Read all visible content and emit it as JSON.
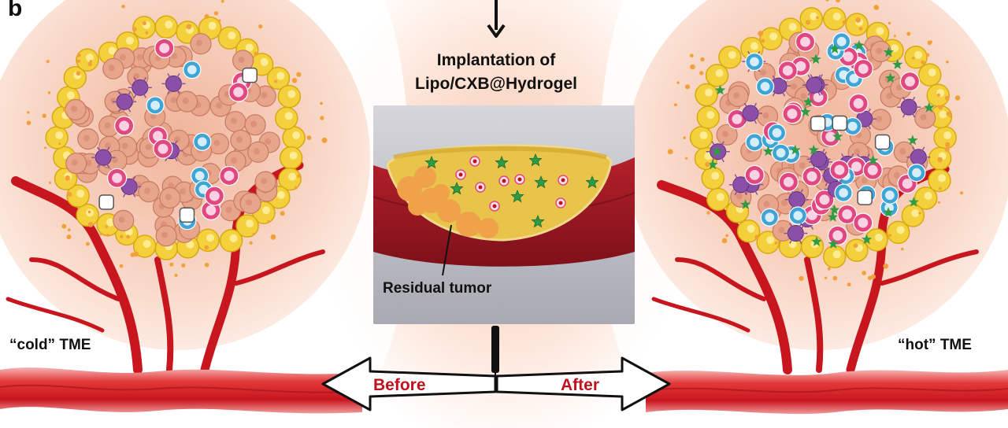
{
  "figure": {
    "panel_label": "b",
    "center": {
      "title_line1": "Implantation of",
      "title_line2": "Lipo/CXB@Hydrogel",
      "residual_label": "Residual tumor"
    },
    "left": {
      "state_label": "“cold” TME"
    },
    "right": {
      "state_label": "“hot” TME"
    },
    "arrow": {
      "before_label": "Before",
      "after_label": "After"
    }
  },
  "colors": {
    "vessel": "#d8202a",
    "vessel_dark": "#a50f17",
    "vessel_light": "#f29a9a",
    "tumor_cell": "#e7a58c",
    "yellow_cell": "#f4d13c",
    "pink_cell": "#e0487f",
    "blue_cell": "#3fa4d6",
    "purple_cell": "#8a4fa6",
    "hydrogel": "#e9c84a",
    "drug_star": "#2f9b45",
    "label_red": "#c0121e"
  },
  "icons": {
    "down_arrow": "down-arrow-icon",
    "syringe": "syringe-icon",
    "star": "drug-star-icon"
  }
}
